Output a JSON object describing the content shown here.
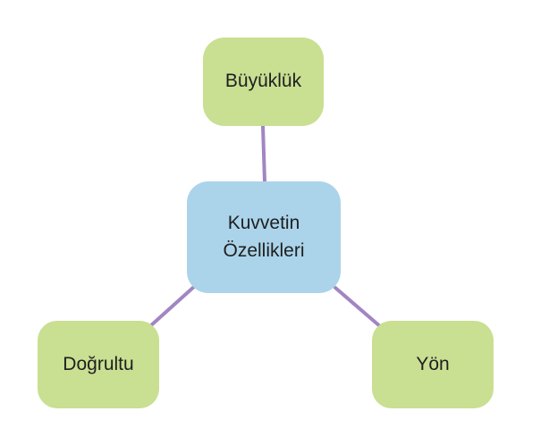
{
  "colors": {
    "center_fill": "#abd4ea",
    "leaf_fill": "#c9df92",
    "connector": "#a186c3",
    "text": "#1f1f1f"
  },
  "center": {
    "line1": "Kuvvetin",
    "line2": "Özellikleri"
  },
  "nodes": {
    "top": "Büyüklük",
    "left": "Doğrultu",
    "right": "Yön"
  }
}
